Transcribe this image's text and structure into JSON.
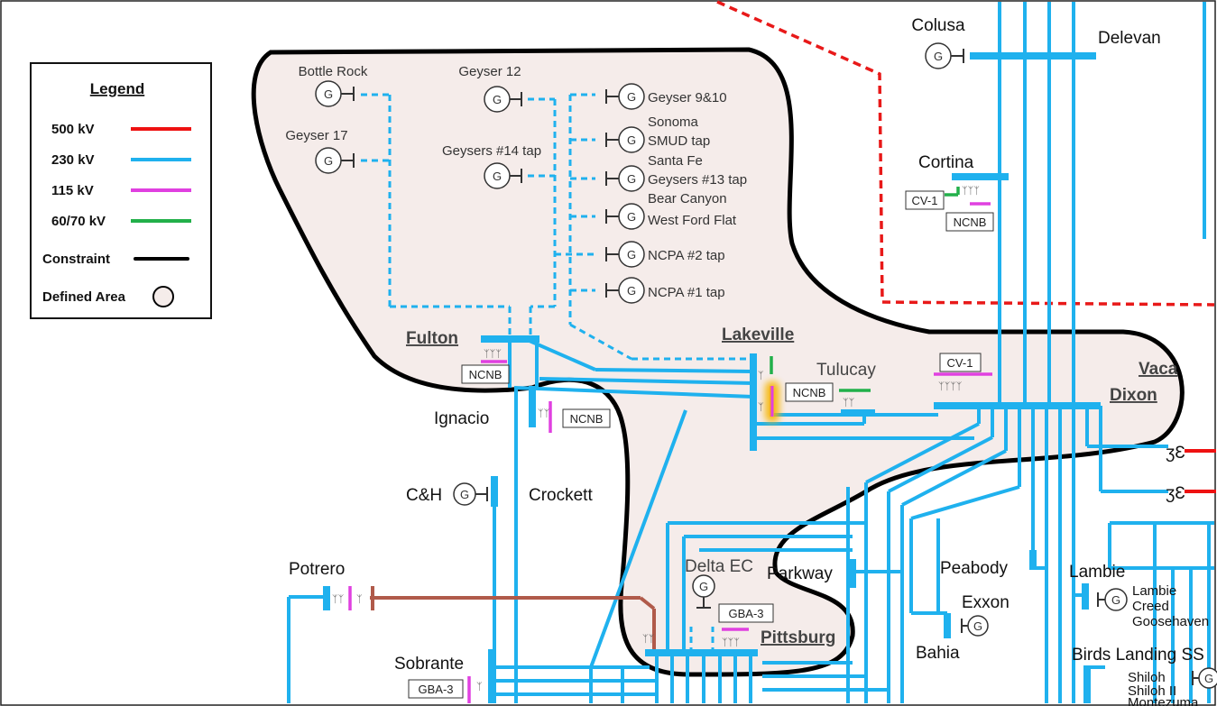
{
  "legend": {
    "title": "Legend",
    "items": [
      {
        "label": "500 kV",
        "color": "#ee1111"
      },
      {
        "label": "230 kV",
        "color": "#1fb1ee"
      },
      {
        "label": "115 kV",
        "color": "#e040e0"
      },
      {
        "label": "60/70 kV",
        "color": "#22b04a"
      },
      {
        "label": "Constraint",
        "color": "#000000",
        "glow": "#f7b500"
      },
      {
        "label": "Defined Area",
        "fill": "#f5ecea"
      }
    ]
  },
  "generator_symbol": "G",
  "geysers": {
    "bottle_rock": "Bottle Rock",
    "geyser_12": "Geyser 12",
    "geyser_17": "Geyser 17",
    "geysers_14_tap": "Geysers #14 tap",
    "right_labels": [
      "Geyser 9&10",
      "Sonoma",
      "SMUD tap",
      "Santa Fe",
      "Geysers #13 tap",
      "Bear Canyon",
      "West Ford Flat",
      "NCPA #2 tap",
      "NCPA #1 tap"
    ]
  },
  "substations": {
    "colusa": "Colusa",
    "delevan": "Delevan",
    "cortina": "Cortina",
    "fulton": "Fulton",
    "lakeville": "Lakeville",
    "tulucay": "Tulucay",
    "vaca": "Vaca",
    "dixon": "Dixon",
    "ignacio": "Ignacio",
    "ch": "C&H",
    "crockett": "Crockett",
    "potrero": "Potrero",
    "sobrante": "Sobrante",
    "delta_ec": "Delta EC",
    "parkway": "Parkway",
    "pittsburg": "Pittsburg",
    "peabody": "Peabody",
    "lambie": "Lambie",
    "lambie_gens": [
      "Lambie",
      "Creed",
      "Goosehaven"
    ],
    "exxon": "Exxon",
    "bahia": "Bahia",
    "birds_landing": "Birds Landing SS",
    "shiloh_gens": [
      "Shiloh",
      "Shiloh II",
      "Montezuma"
    ]
  },
  "boxes": {
    "cv1_cortina": "CV-1",
    "ncnb_cortina": "NCNB",
    "ncnb_fulton": "NCNB",
    "ncnb_ignacio": "NCNB",
    "ncnb_lakeville": "NCNB",
    "cv1_vaca": "CV-1",
    "gba3_delta": "GBA-3",
    "gba3_sobrante": "GBA-3"
  }
}
